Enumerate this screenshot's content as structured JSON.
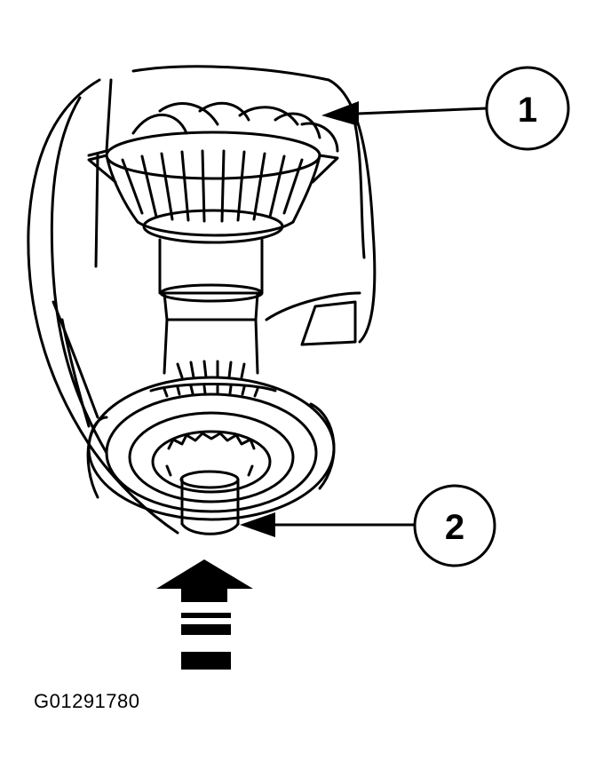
{
  "figure": {
    "id_label": "G01291780"
  },
  "callouts": [
    {
      "number": "1"
    },
    {
      "number": "2"
    }
  ],
  "colors": {
    "line": "#000000",
    "background": "#ffffff"
  }
}
